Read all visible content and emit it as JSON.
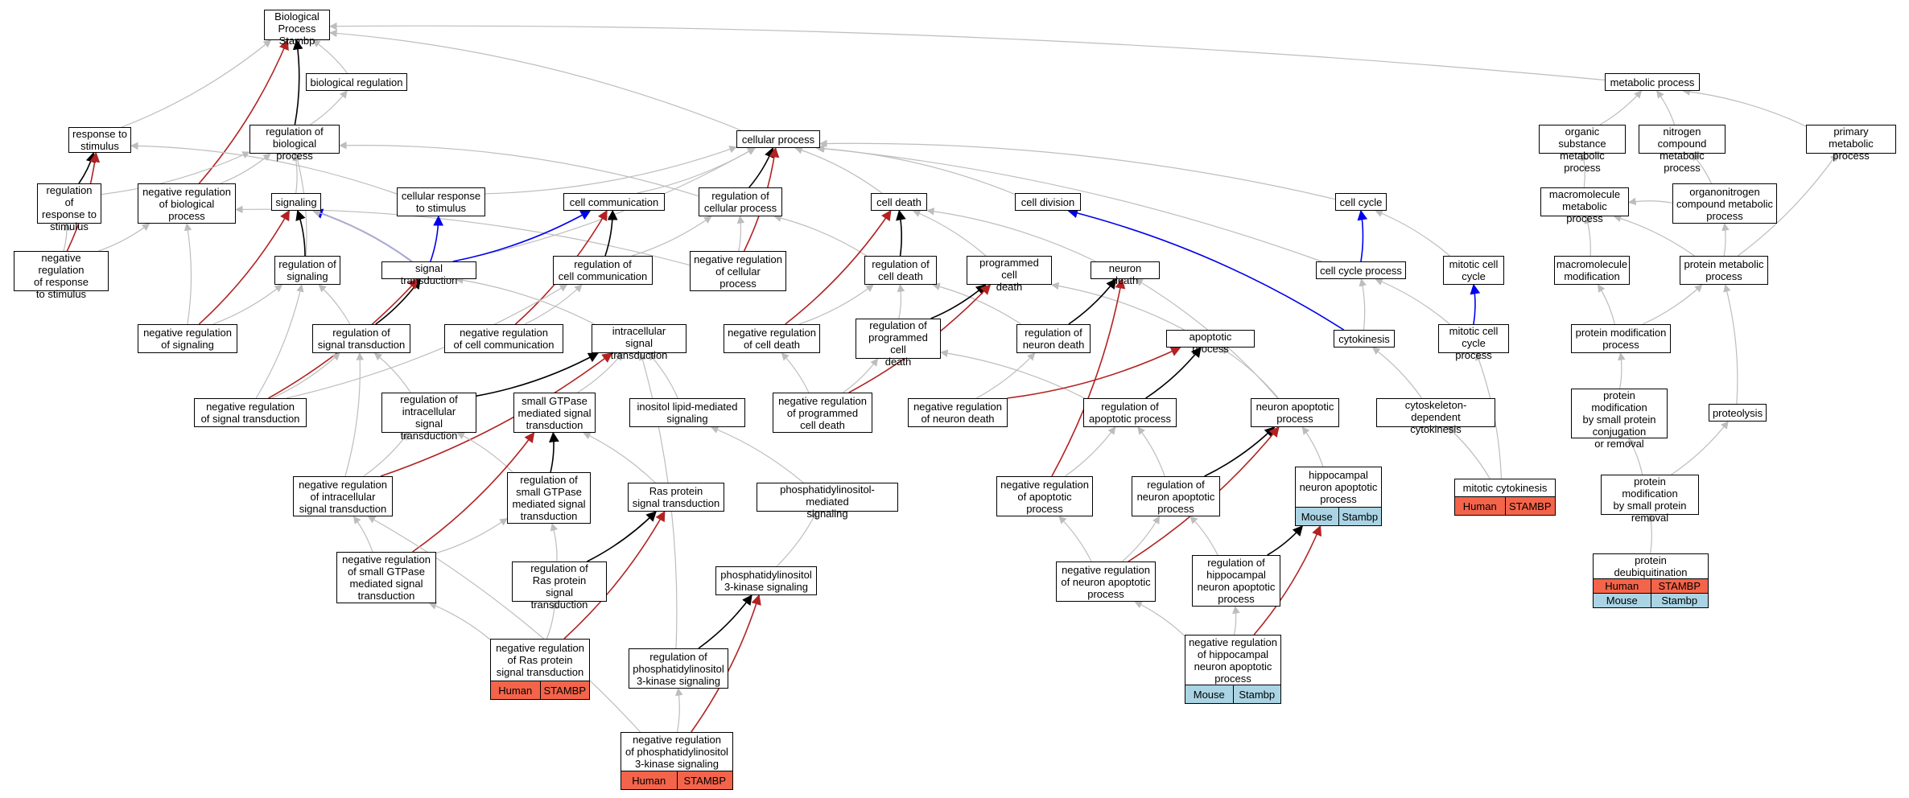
{
  "colors": {
    "edge_default": "#bdbdbd",
    "edge_positive": "#000000",
    "edge_negative": "#b22222",
    "edge_part": "#0000ee",
    "human_fill": "#f4644a",
    "mouse_fill": "#aad4e4"
  },
  "nodes": [
    {
      "id": "bp",
      "label": "Biological Process\nStambp"
    },
    {
      "id": "bioreg",
      "label": "biological regulation"
    },
    {
      "id": "metab",
      "label": "metabolic process"
    },
    {
      "id": "resp",
      "label": "response to\nstimulus"
    },
    {
      "id": "regbio",
      "label": "regulation of\nbiological process"
    },
    {
      "id": "cellproc",
      "label": "cellular process"
    },
    {
      "id": "orgsub",
      "label": "organic substance\nmetabolic process"
    },
    {
      "id": "nitro",
      "label": "nitrogen compound\nmetabolic process"
    },
    {
      "id": "primary",
      "label": "primary metabolic\nprocess"
    },
    {
      "id": "regresp",
      "label": "regulation of\nresponse to\nstimulus"
    },
    {
      "id": "negregbio",
      "label": "negative regulation\nof biological\nprocess"
    },
    {
      "id": "signaling",
      "label": "signaling"
    },
    {
      "id": "cellresp",
      "label": "cellular response\nto stimulus"
    },
    {
      "id": "cellcomm",
      "label": "cell communication"
    },
    {
      "id": "regcell",
      "label": "regulation of\ncellular process"
    },
    {
      "id": "celldeath",
      "label": "cell death"
    },
    {
      "id": "celldiv",
      "label": "cell division"
    },
    {
      "id": "cellcycle",
      "label": "cell cycle"
    },
    {
      "id": "macromet",
      "label": "macromolecule\nmetabolic process"
    },
    {
      "id": "organonitro",
      "label": "organonitrogen\ncompound metabolic\nprocess"
    },
    {
      "id": "negregresp",
      "label": "negative regulation\nof response\nto stimulus"
    },
    {
      "id": "regsig",
      "label": "regulation of\nsignaling"
    },
    {
      "id": "sigtrans",
      "label": "signal transduction"
    },
    {
      "id": "regcomm",
      "label": "regulation of\ncell communication"
    },
    {
      "id": "negregcell",
      "label": "negative regulation\nof cellular\nprocess"
    },
    {
      "id": "regdeath",
      "label": "regulation of\ncell death"
    },
    {
      "id": "pcd",
      "label": "programmed cell\ndeath"
    },
    {
      "id": "neurondeath",
      "label": "neuron death"
    },
    {
      "id": "cellcycleproc",
      "label": "cell cycle process"
    },
    {
      "id": "mitcycle",
      "label": "mitotic cell\ncycle"
    },
    {
      "id": "macromod",
      "label": "macromolecule\nmodification"
    },
    {
      "id": "protmet",
      "label": "protein metabolic\nprocess"
    },
    {
      "id": "negregsig",
      "label": "negative regulation\nof signaling"
    },
    {
      "id": "regsigtrans",
      "label": "regulation of\nsignal transduction"
    },
    {
      "id": "negregcomm",
      "label": "negative regulation\nof cell communication"
    },
    {
      "id": "intrasig",
      "label": "intracellular\nsignal transduction"
    },
    {
      "id": "negregdeath",
      "label": "negative regulation\nof cell death"
    },
    {
      "id": "regpcd",
      "label": "regulation of\nprogrammed cell\ndeath"
    },
    {
      "id": "regneurondeath",
      "label": "regulation of\nneuron death"
    },
    {
      "id": "apoptotic",
      "label": "apoptotic process"
    },
    {
      "id": "cytokinesis",
      "label": "cytokinesis"
    },
    {
      "id": "mitcycleproc",
      "label": "mitotic cell\ncycle process"
    },
    {
      "id": "protmod",
      "label": "protein modification\nprocess"
    },
    {
      "id": "negregsigtrans",
      "label": "negative regulation\nof signal transduction"
    },
    {
      "id": "regintra",
      "label": "regulation of\nintracellular\nsignal transduction"
    },
    {
      "id": "smallgtp",
      "label": "small GTPase\nmediated signal\ntransduction"
    },
    {
      "id": "inositol",
      "label": "inositol lipid-mediated\nsignaling"
    },
    {
      "id": "negregpcd",
      "label": "negative regulation\nof programmed\ncell death"
    },
    {
      "id": "negregneurondeath",
      "label": "negative regulation\nof neuron death"
    },
    {
      "id": "regapop",
      "label": "regulation of\napoptotic process"
    },
    {
      "id": "neuronapop",
      "label": "neuron apoptotic\nprocess"
    },
    {
      "id": "cytoskdep",
      "label": "cytoskeleton-dependent\ncytokinesis"
    },
    {
      "id": "protmodsmall",
      "label": "protein modification\nby small protein\nconjugation\nor removal"
    },
    {
      "id": "proteolysis",
      "label": "proteolysis"
    },
    {
      "id": "negregintra",
      "label": "negative regulation\nof intracellular\nsignal transduction"
    },
    {
      "id": "regsmallgtp",
      "label": "regulation of\nsmall GTPase\nmediated signal\ntransduction"
    },
    {
      "id": "ras",
      "label": "Ras protein\nsignal transduction"
    },
    {
      "id": "pim",
      "label": "phosphatidylinositol-mediated\nsignaling"
    },
    {
      "id": "negregapop",
      "label": "negative regulation\nof apoptotic\nprocess"
    },
    {
      "id": "regneuronapop",
      "label": "regulation of\nneuron apoptotic\nprocess"
    },
    {
      "id": "hippoapop",
      "label": "hippocampal\nneuron apoptotic\nprocess",
      "anno": [
        "Mouse",
        "Stambp"
      ],
      "anno_kind": "mouse"
    },
    {
      "id": "mitcytok",
      "label": "mitotic cytokinesis",
      "anno": [
        "Human",
        "STAMBP"
      ],
      "anno_kind": "human"
    },
    {
      "id": "protmodremoval",
      "label": "protein modification\nby small protein\nremoval"
    },
    {
      "id": "negregsmallgtp",
      "label": "negative regulation\nof small GTPase\nmediated signal\ntransduction"
    },
    {
      "id": "regras",
      "label": "regulation of\nRas protein\nsignal transduction"
    },
    {
      "id": "pi3k",
      "label": "phosphatidylinositol\n3-kinase signaling"
    },
    {
      "id": "negregneuronapop",
      "label": "negative regulation\nof neuron apoptotic\nprocess"
    },
    {
      "id": "reghippo",
      "label": "regulation of\nhippocampal\nneuron apoptotic\nprocess"
    },
    {
      "id": "deubiq",
      "label": "protein deubiquitination",
      "anno": [
        "Human",
        "STAMBP",
        "Mouse",
        "Stambp"
      ],
      "anno_kind": "both"
    },
    {
      "id": "negregras",
      "label": "negative regulation\nof Ras protein\nsignal transduction",
      "anno": [
        "Human",
        "STAMBP"
      ],
      "anno_kind": "human"
    },
    {
      "id": "regpi3k",
      "label": "regulation of\nphosphatidylinositol\n3-kinase signaling"
    },
    {
      "id": "negreghippo",
      "label": "negative regulation\nof hippocampal\nneuron apoptotic\nprocess",
      "anno": [
        "Mouse",
        "Stambp"
      ],
      "anno_kind": "mouse"
    },
    {
      "id": "negregpi3k",
      "label": "negative regulation\nof phosphatidylinositol\n3-kinase signaling",
      "anno": [
        "Human",
        "STAMBP"
      ],
      "anno_kind": "human"
    }
  ],
  "edges": [
    [
      "bioreg",
      "bp",
      "g"
    ],
    [
      "metab",
      "bp",
      "g"
    ],
    [
      "resp",
      "bp",
      "g"
    ],
    [
      "cellproc",
      "bp",
      "g"
    ],
    [
      "regbio",
      "bp",
      "k"
    ],
    [
      "negregbio",
      "bp",
      "r"
    ],
    [
      "regbio",
      "bioreg",
      "g"
    ],
    [
      "orgsub",
      "metab",
      "g"
    ],
    [
      "nitro",
      "metab",
      "g"
    ],
    [
      "primary",
      "metab",
      "g"
    ],
    [
      "regresp",
      "resp",
      "k"
    ],
    [
      "negregresp",
      "resp",
      "r"
    ],
    [
      "cellresp",
      "resp",
      "g"
    ],
    [
      "regresp",
      "regbio",
      "g"
    ],
    [
      "negregbio",
      "regbio",
      "g"
    ],
    [
      "signaling",
      "regbio",
      "g"
    ],
    [
      "regsig",
      "regbio",
      "g"
    ],
    [
      "regcell",
      "regbio",
      "g"
    ],
    [
      "cellresp",
      "cellproc",
      "g"
    ],
    [
      "cellcomm",
      "cellproc",
      "g"
    ],
    [
      "regcell",
      "cellproc",
      "k"
    ],
    [
      "negregcell",
      "cellproc",
      "r"
    ],
    [
      "celldeath",
      "cellproc",
      "g"
    ],
    [
      "celldiv",
      "cellproc",
      "g"
    ],
    [
      "cellcycle",
      "cellproc",
      "g"
    ],
    [
      "sigtrans",
      "cellproc",
      "g"
    ],
    [
      "cellcycleproc",
      "cellproc",
      "g"
    ],
    [
      "macromet",
      "orgsub",
      "g"
    ],
    [
      "organonitro",
      "nitro",
      "g"
    ],
    [
      "organonitro",
      "macromet",
      "g"
    ],
    [
      "protmet",
      "macromet",
      "g"
    ],
    [
      "protmet",
      "primary",
      "g"
    ],
    [
      "protmet",
      "organonitro",
      "g"
    ],
    [
      "negregresp",
      "regresp",
      "g"
    ],
    [
      "negregresp",
      "negregbio",
      "g"
    ],
    [
      "negregsig",
      "negregbio",
      "g"
    ],
    [
      "negregcell",
      "negregbio",
      "g"
    ],
    [
      "regsig",
      "signaling",
      "k"
    ],
    [
      "negregsig",
      "signaling",
      "r"
    ],
    [
      "sigtrans",
      "signaling",
      "b"
    ],
    [
      "sigtrans",
      "cellresp",
      "b"
    ],
    [
      "sigtrans",
      "cellcomm",
      "b"
    ],
    [
      "regcomm",
      "cellcomm",
      "k"
    ],
    [
      "negregcomm",
      "cellcomm",
      "r"
    ],
    [
      "regcomm",
      "regcell",
      "g"
    ],
    [
      "negregcell",
      "regcell",
      "g"
    ],
    [
      "regdeath",
      "regcell",
      "g"
    ],
    [
      "sigtrans",
      "signaling",
      "g"
    ],
    [
      "regdeath",
      "celldeath",
      "k"
    ],
    [
      "negregdeath",
      "celldeath",
      "r"
    ],
    [
      "pcd",
      "celldeath",
      "g"
    ],
    [
      "neurondeath",
      "celldeath",
      "g"
    ],
    [
      "cytokinesis",
      "celldiv",
      "b"
    ],
    [
      "cellcycleproc",
      "cellcycle",
      "b"
    ],
    [
      "mitcycle",
      "cellcycle",
      "g"
    ],
    [
      "mitcycleproc",
      "mitcycle",
      "b"
    ],
    [
      "mitcycleproc",
      "cellcycleproc",
      "g"
    ],
    [
      "cytokinesis",
      "cellcycleproc",
      "g"
    ],
    [
      "macromod",
      "macromet",
      "g"
    ],
    [
      "protmod",
      "macromod",
      "g"
    ],
    [
      "protmod",
      "protmet",
      "g"
    ],
    [
      "proteolysis",
      "protmet",
      "g"
    ],
    [
      "negregsig",
      "regsig",
      "g"
    ],
    [
      "regsigtrans",
      "regsig",
      "g"
    ],
    [
      "negregsigtrans",
      "regsig",
      "g"
    ],
    [
      "regsigtrans",
      "sigtrans",
      "k"
    ],
    [
      "negregsigtrans",
      "sigtrans",
      "r"
    ],
    [
      "intrasig",
      "sigtrans",
      "g"
    ],
    [
      "negregcomm",
      "regcomm",
      "g"
    ],
    [
      "negregsigtrans",
      "regcomm",
      "g"
    ],
    [
      "negregdeath",
      "regdeath",
      "g"
    ],
    [
      "regpcd",
      "regdeath",
      "g"
    ],
    [
      "regneurondeath",
      "regdeath",
      "g"
    ],
    [
      "regpcd",
      "pcd",
      "k"
    ],
    [
      "negregpcd",
      "pcd",
      "r"
    ],
    [
      "apoptotic",
      "pcd",
      "g"
    ],
    [
      "regneurondeath",
      "neurondeath",
      "k"
    ],
    [
      "negregapop",
      "neurondeath",
      "r"
    ],
    [
      "neuronapop",
      "neurondeath",
      "g"
    ],
    [
      "negregsigtrans",
      "regsigtrans",
      "g"
    ],
    [
      "regintra",
      "regsigtrans",
      "g"
    ],
    [
      "negregintra",
      "regsigtrans",
      "g"
    ],
    [
      "regintra",
      "intrasig",
      "k"
    ],
    [
      "negregintra",
      "intrasig",
      "r"
    ],
    [
      "smallgtp",
      "intrasig",
      "g"
    ],
    [
      "inositol",
      "intrasig",
      "g"
    ],
    [
      "negregpcd",
      "negregdeath",
      "g"
    ],
    [
      "negregpcd",
      "regpcd",
      "g"
    ],
    [
      "negregneurondeath",
      "regneurondeath",
      "g"
    ],
    [
      "regapop",
      "regpcd",
      "g"
    ],
    [
      "regapop",
      "apoptotic",
      "k"
    ],
    [
      "negregneurondeath",
      "apoptotic",
      "r"
    ],
    [
      "neuronapop",
      "apoptotic",
      "g"
    ],
    [
      "cytoskdep",
      "cytokinesis",
      "g"
    ],
    [
      "mitcytok",
      "cytoskdep",
      "g"
    ],
    [
      "mitcytok",
      "mitcycleproc",
      "g"
    ],
    [
      "protmodsmall",
      "protmod",
      "g"
    ],
    [
      "protmodremoval",
      "protmodsmall",
      "g"
    ],
    [
      "protmodremoval",
      "proteolysis",
      "g"
    ],
    [
      "deubiq",
      "protmodremoval",
      "g"
    ],
    [
      "negregintra",
      "regintra",
      "g"
    ],
    [
      "regsmallgtp",
      "regintra",
      "g"
    ],
    [
      "regsmallgtp",
      "smallgtp",
      "k"
    ],
    [
      "negregsmallgtp",
      "smallgtp",
      "r"
    ],
    [
      "ras",
      "smallgtp",
      "g"
    ],
    [
      "pim",
      "inositol",
      "g"
    ],
    [
      "negregapop",
      "regapop",
      "g"
    ],
    [
      "regneuronapop",
      "regapop",
      "g"
    ],
    [
      "regneuronapop",
      "neuronapop",
      "k"
    ],
    [
      "negregneuronapop",
      "neuronapop",
      "r"
    ],
    [
      "hippoapop",
      "neuronapop",
      "g"
    ],
    [
      "negregsmallgtp",
      "negregintra",
      "g"
    ],
    [
      "negregsmallgtp",
      "regsmallgtp",
      "g"
    ],
    [
      "regras",
      "regsmallgtp",
      "g"
    ],
    [
      "regras",
      "ras",
      "k"
    ],
    [
      "negregras",
      "ras",
      "r"
    ],
    [
      "pi3k",
      "pim",
      "g"
    ],
    [
      "negregneuronapop",
      "negregapop",
      "g"
    ],
    [
      "negregneuronapop",
      "regneuronapop",
      "g"
    ],
    [
      "reghippo",
      "regneuronapop",
      "g"
    ],
    [
      "reghippo",
      "hippoapop",
      "k"
    ],
    [
      "negreghippo",
      "hippoapop",
      "r"
    ],
    [
      "negregras",
      "negregsmallgtp",
      "g"
    ],
    [
      "negregras",
      "regras",
      "g"
    ],
    [
      "regpi3k",
      "pi3k",
      "k"
    ],
    [
      "negregpi3k",
      "pi3k",
      "r"
    ],
    [
      "negregpi3k",
      "regpi3k",
      "g"
    ],
    [
      "negreghippo",
      "negregneuronapop",
      "g"
    ],
    [
      "negreghippo",
      "reghippo",
      "g"
    ],
    [
      "negregpi3k",
      "negregintra",
      "g"
    ],
    [
      "regpi3k",
      "intrasig",
      "g"
    ]
  ]
}
